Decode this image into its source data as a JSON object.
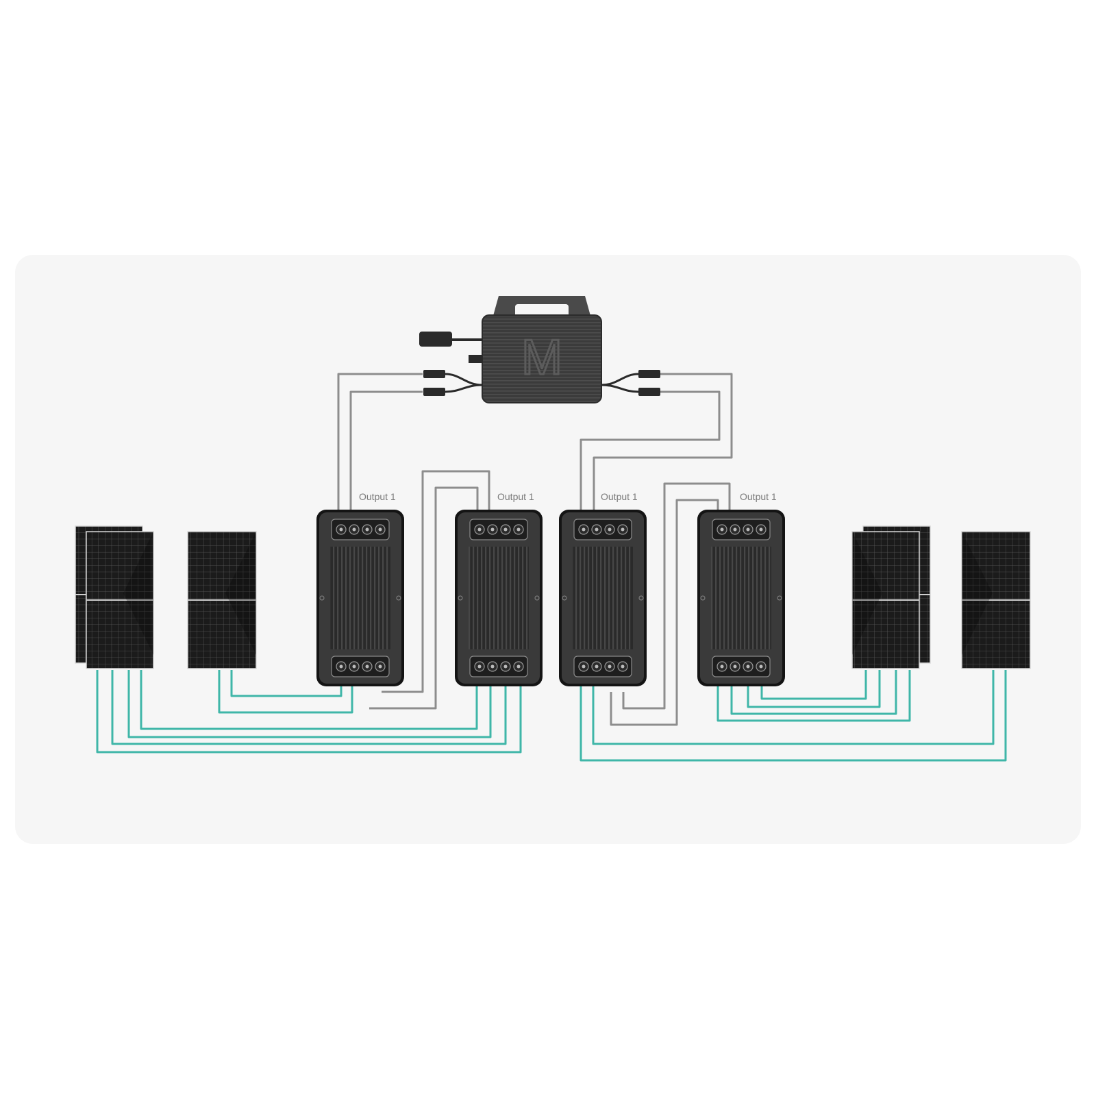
{
  "colors": {
    "background": "#ffffff",
    "canvas": "#f6f6f6",
    "panel": "#1c1c1c",
    "panel_grid": "#6f6f6f",
    "device_body": "#2d2d2d",
    "device_outline": "#141414",
    "inverter_body": "#3a3a3a",
    "cable_pv": "#3fb6a8",
    "cable_ac": "#8d8d8d"
  },
  "inverter": {
    "logo_letter": "M",
    "icon": "micro-inverter-icon"
  },
  "devices": [
    {
      "id": "device-1",
      "output_label": "Output 1"
    },
    {
      "id": "device-2",
      "output_label": "Output 1"
    },
    {
      "id": "device-3",
      "output_label": "Output 1"
    },
    {
      "id": "device-4",
      "output_label": "Output 1"
    }
  ],
  "solar_panels": {
    "count": 6,
    "icon": "solar-panel-icon"
  }
}
